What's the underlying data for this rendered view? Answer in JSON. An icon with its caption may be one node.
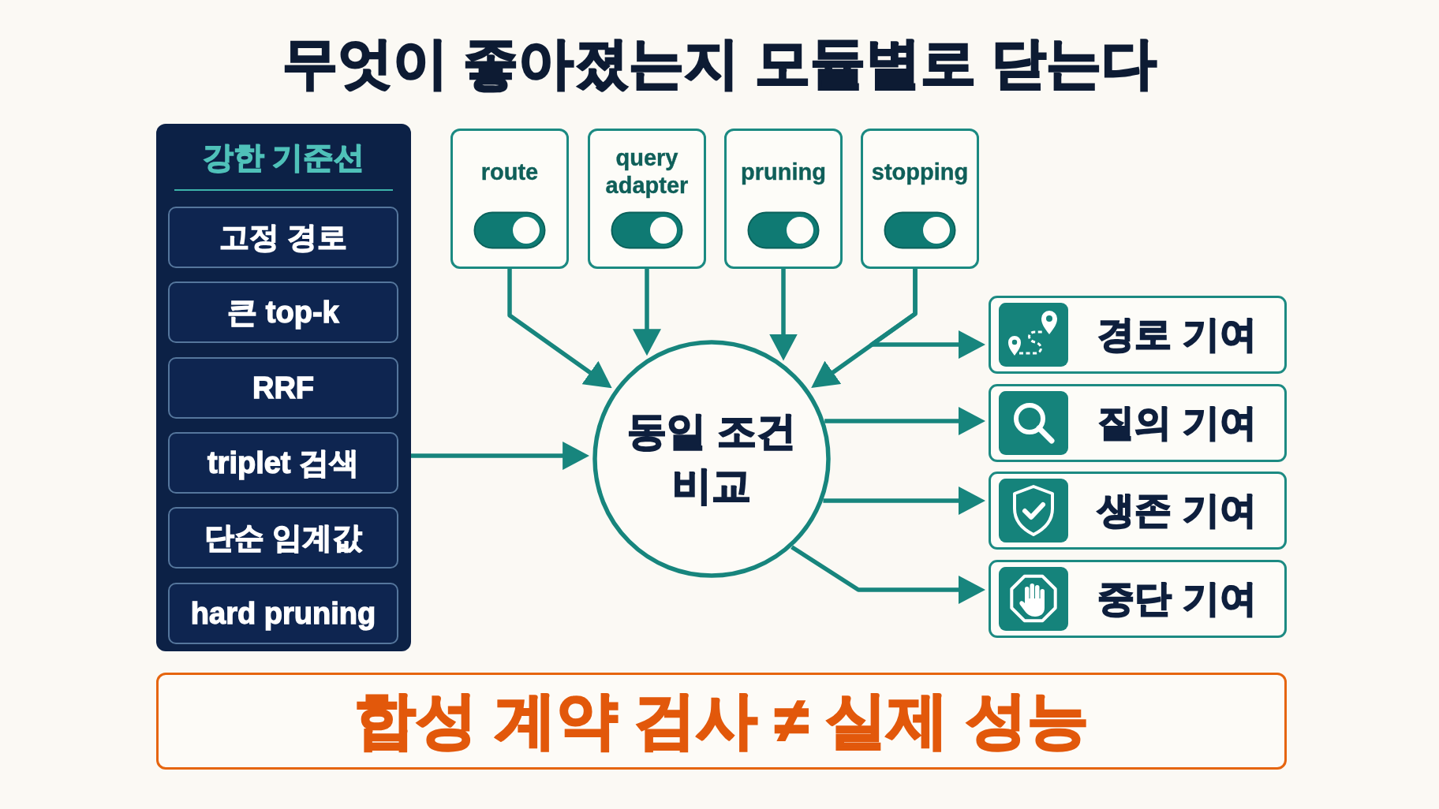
{
  "diagram": {
    "title": "무엇이 좋아졌는지 모듈별로 닫는다",
    "nodes": [
      {
        "text": [
          "강한 기준선"
        ]
      },
      {
        "text": [
          "고정 경로"
        ],
        "in": 0
      },
      {
        "text": [
          "큰 top-k"
        ],
        "in": 0
      },
      {
        "text": [
          "RRF"
        ],
        "in": 0
      },
      {
        "text": [
          "triplet 검색"
        ],
        "in": 0
      },
      {
        "text": [
          "단순 임계값"
        ],
        "in": 0
      },
      {
        "text": [
          "hard pruning"
        ],
        "in": 0
      },
      {
        "text": [
          "route"
        ]
      },
      {
        "text": [
          "query adapter"
        ]
      },
      {
        "text": [
          "pruning"
        ]
      },
      {
        "text": [
          "stopping"
        ]
      },
      {
        "text": [
          "동일 조건 비교"
        ]
      },
      {
        "text": [
          "경로 기여"
        ]
      },
      {
        "text": [
          "질의 기여"
        ]
      },
      {
        "text": [
          "생존 기여"
        ]
      },
      {
        "text": [
          "중단 기여"
        ]
      },
      {
        "text": [
          "합성 계약 검사 ≠ 실제 성능"
        ]
      }
    ],
    "edges": [
      {
        "from": 7,
        "to": 11,
        "arrow": "to"
      },
      {
        "from": 8,
        "to": 11,
        "arrow": "to"
      },
      {
        "from": 9,
        "to": 11,
        "arrow": "to"
      },
      {
        "from": 10,
        "to": 11,
        "arrow": "to"
      },
      {
        "from": 10,
        "to": 12,
        "arrow": "to"
      },
      {
        "from": 0,
        "to": 11,
        "arrow": "to"
      },
      {
        "from": 11,
        "to": 13,
        "arrow": "to"
      },
      {
        "from": 11,
        "to": 14,
        "arrow": "to"
      },
      {
        "from": 11,
        "to": 15,
        "arrow": "to"
      }
    ]
  }
}
